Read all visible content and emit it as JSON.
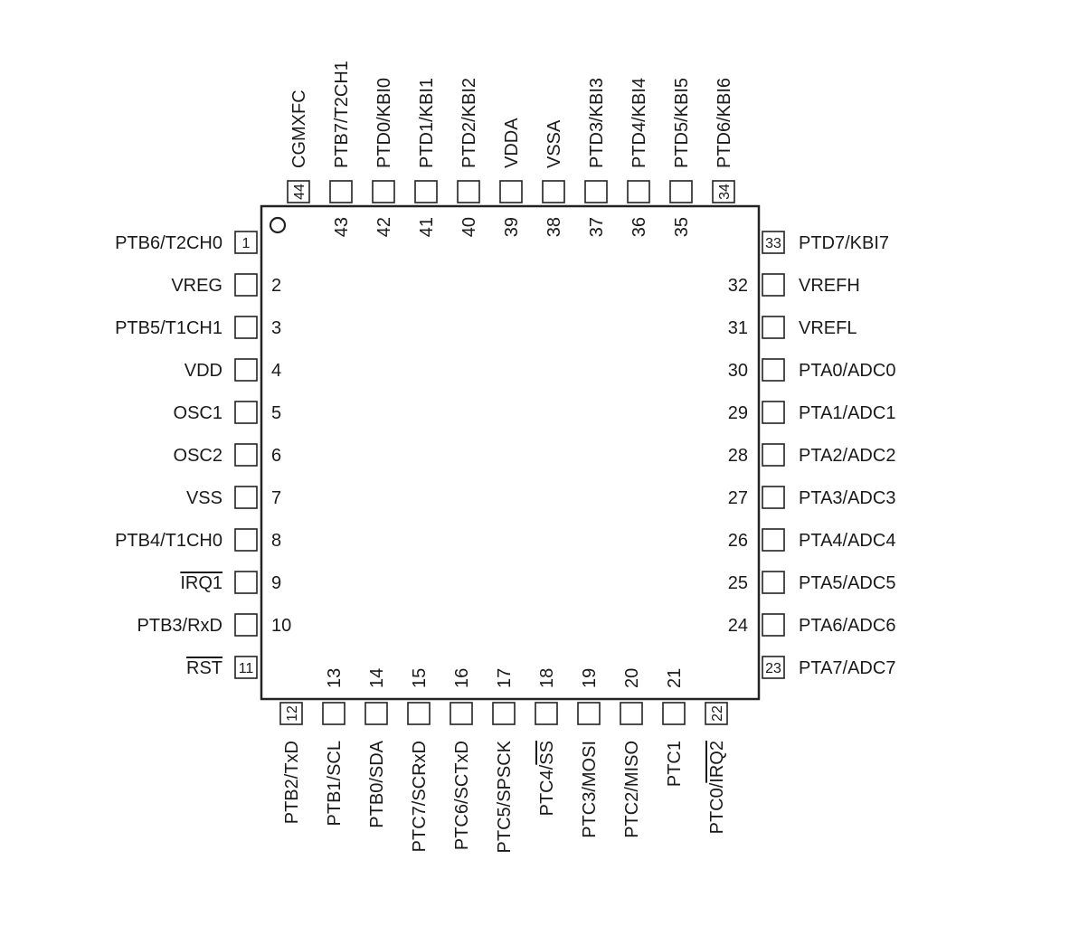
{
  "package": {
    "pin1_marker": "circle",
    "left_pins": [
      {
        "num": "1",
        "label": "PTB6/T2CH0",
        "num_in_pad": true
      },
      {
        "num": "2",
        "label": "VREG"
      },
      {
        "num": "3",
        "label": "PTB5/T1CH1"
      },
      {
        "num": "4",
        "label": "VDD"
      },
      {
        "num": "5",
        "label": "OSC1"
      },
      {
        "num": "6",
        "label": "OSC2"
      },
      {
        "num": "7",
        "label": "VSS"
      },
      {
        "num": "8",
        "label": "PTB4/T1CH0"
      },
      {
        "num": "9",
        "label": "IRQ1",
        "overline": "IRQ1"
      },
      {
        "num": "10",
        "label": "PTB3/RxD"
      },
      {
        "num": "11",
        "label": "RST",
        "overline": "RST",
        "num_in_pad": true
      }
    ],
    "bottom_pins": [
      {
        "num": "12",
        "label": "PTB2/TxD",
        "num_in_pad": true
      },
      {
        "num": "13",
        "label": "PTB1/SCL"
      },
      {
        "num": "14",
        "label": "PTB0/SDA"
      },
      {
        "num": "15",
        "label": "PTC7/SCRxD"
      },
      {
        "num": "16",
        "label": "PTC6/SCTxD"
      },
      {
        "num": "17",
        "label": "PTC5/SPSCK"
      },
      {
        "num": "18",
        "label": "PTC4/SS",
        "overline": "SS"
      },
      {
        "num": "19",
        "label": "PTC3/MOSI"
      },
      {
        "num": "20",
        "label": "PTC2/MISO"
      },
      {
        "num": "21",
        "label": "PTC1"
      },
      {
        "num": "22",
        "label": "PTC0/IRQ2",
        "overline": "IRQ2",
        "num_in_pad": true
      }
    ],
    "right_pins": [
      {
        "num": "23",
        "label": "PTA7/ADC7",
        "num_in_pad": true
      },
      {
        "num": "24",
        "label": "PTA6/ADC6"
      },
      {
        "num": "25",
        "label": "PTA5/ADC5"
      },
      {
        "num": "26",
        "label": "PTA4/ADC4"
      },
      {
        "num": "27",
        "label": "PTA3/ADC3"
      },
      {
        "num": "28",
        "label": "PTA2/ADC2"
      },
      {
        "num": "29",
        "label": "PTA1/ADC1"
      },
      {
        "num": "30",
        "label": "PTA0/ADC0"
      },
      {
        "num": "31",
        "label": "VREFL"
      },
      {
        "num": "32",
        "label": "VREFH"
      },
      {
        "num": "33",
        "label": "PTD7/KBI7",
        "num_in_pad": true
      }
    ],
    "top_pins": [
      {
        "num": "34",
        "label": "PTD6/KBI6",
        "num_in_pad": true
      },
      {
        "num": "35",
        "label": "PTD5/KBI5"
      },
      {
        "num": "36",
        "label": "PTD4/KBI4"
      },
      {
        "num": "37",
        "label": "PTD3/KBI3"
      },
      {
        "num": "38",
        "label": "VSSA"
      },
      {
        "num": "39",
        "label": "VDDA"
      },
      {
        "num": "40",
        "label": "PTD2/KBI2"
      },
      {
        "num": "41",
        "label": "PTD1/KBI1"
      },
      {
        "num": "42",
        "label": "PTD0/KBI0"
      },
      {
        "num": "43",
        "label": "PTB7/T2CH1"
      },
      {
        "num": "44",
        "label": "CGMXFC",
        "num_in_pad": true
      }
    ]
  }
}
